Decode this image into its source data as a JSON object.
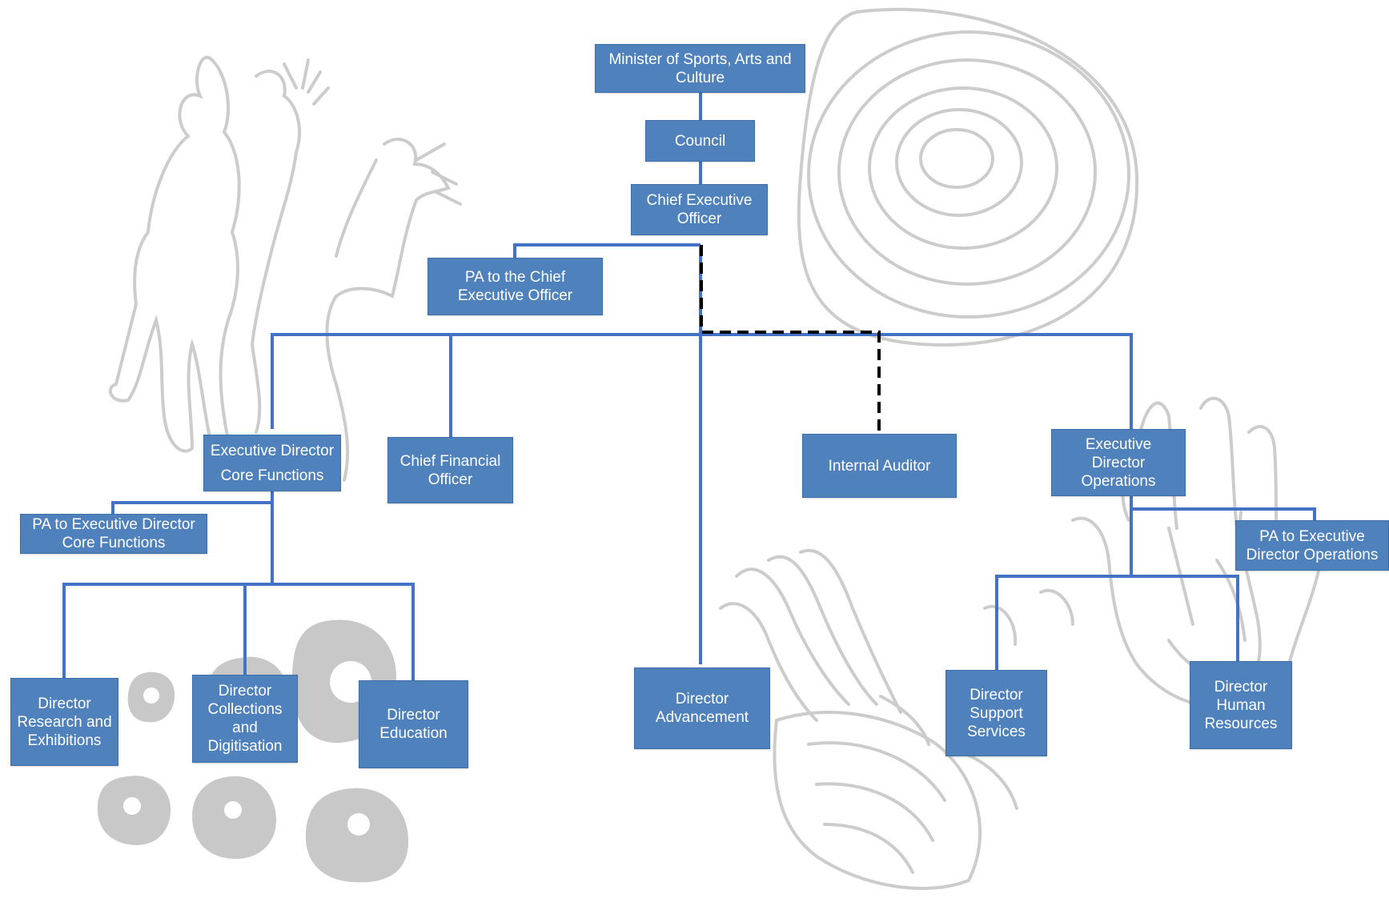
{
  "org_chart": {
    "minister": "Minister of Sports, Arts and\nCulture",
    "council": "Council",
    "ceo": "Chief Executive\nOfficer",
    "pa_ceo": "PA to the Chief\nExecutive Officer",
    "ed_core": "Executive Director\nCore Functions",
    "cfo": "Chief Financial\nOfficer",
    "internal_auditor": "Internal Auditor",
    "ed_operations": "Executive Director\nOperations",
    "pa_ed_core": "PA to Executive Director\nCore Functions",
    "pa_ed_operations": "PA to Executive\nDirector Operations",
    "dir_research": "Director\nResearch and\nExhibitions",
    "dir_collections": "Director\nCollections\nand\nDigitisation",
    "dir_education": "Director\nEducation",
    "dir_advancement": "Director\nAdvancement",
    "dir_support": "Director\nSupport\nServices",
    "dir_hr": "Director\nHuman\nResources"
  },
  "colors": {
    "box_fill": "#4f81bd",
    "box_text": "#ffffff",
    "line": "#4472c4",
    "dashed_line": "#000000",
    "decor": "#c8c8c8"
  }
}
